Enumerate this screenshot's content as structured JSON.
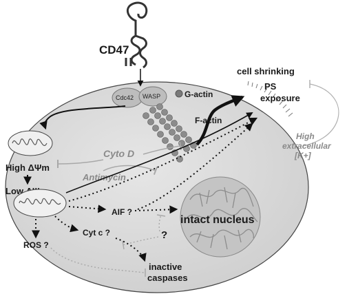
{
  "labels": {
    "cd47": "CD47",
    "cdc42": "Cdc42",
    "wasp": "WASP",
    "g_actin": "G-actin",
    "f_actin": "F-actin",
    "cell_shrinking": "cell shrinking",
    "ps": "PS",
    "exposure": "exposure",
    "high_potential": "High ΔΨm",
    "low_potential": "Low ΔΨm",
    "cyto_d": "Cyto  D",
    "antimycin": "Antimycin",
    "high": "High",
    "extracellular": "extracellular",
    "k_plus": "[K+]",
    "aif": "AIF ?",
    "intact_nucleus": "intact nucleus",
    "cyt_c": "Cyt  c ?",
    "question": "?",
    "ros": "ROS ?",
    "inactive": "inactive",
    "caspases": "caspases"
  },
  "colors": {
    "cell_fill": "#d9d9d9",
    "cell_stroke": "#444444",
    "nucleus_fill": "#c4c4c4",
    "chromatin": "#8c8c8c",
    "inhibitor_line": "#a8a8a8",
    "text_gray": "#8a8a8a"
  }
}
